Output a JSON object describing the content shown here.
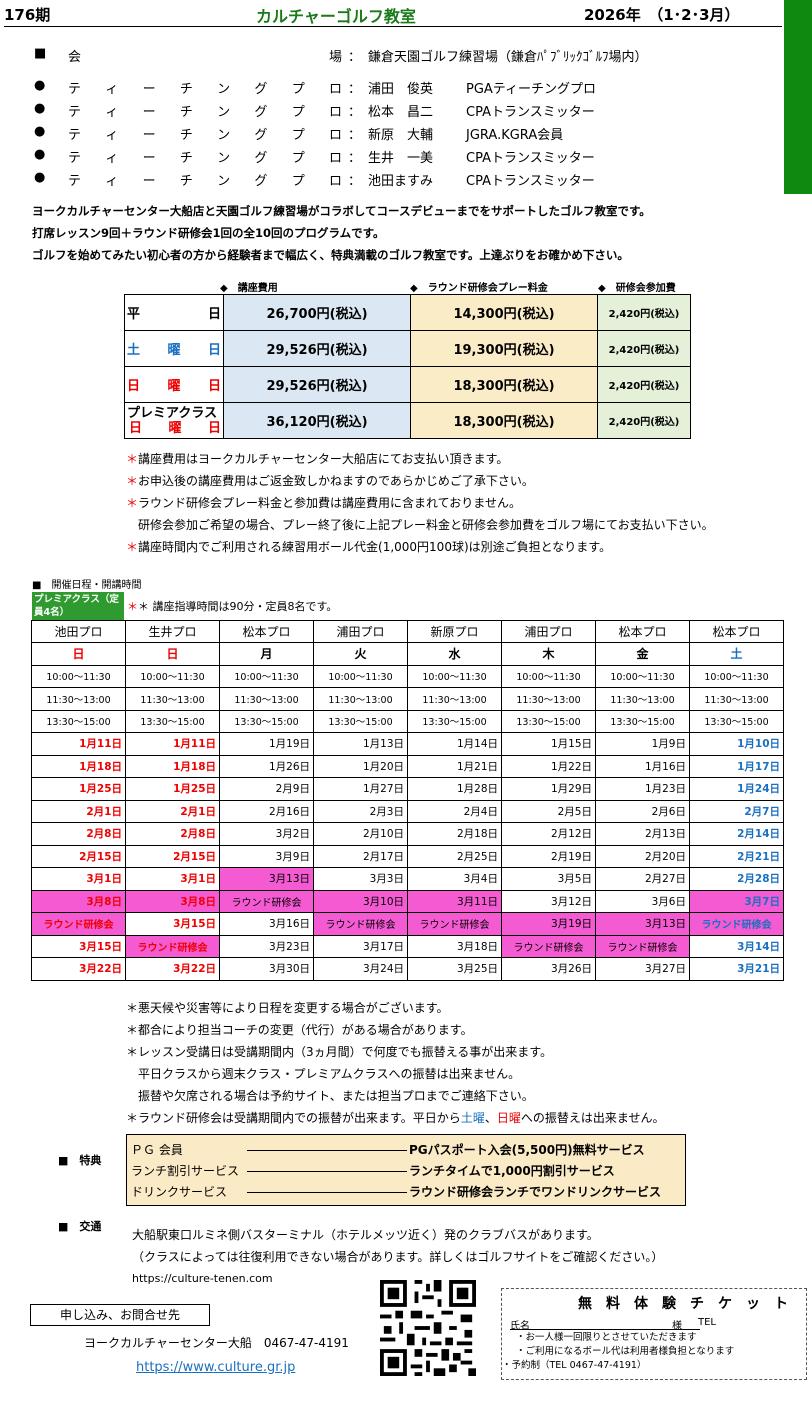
{
  "header": {
    "issue": "176期",
    "title": "カルチャーゴルフ教室",
    "year": "2026年　（1･2･3月）"
  },
  "venue": {
    "bullet": "■",
    "label": [
      "会",
      "場"
    ],
    "colon": "：",
    "value": "鎌倉天園ゴルフ練習場（鎌倉ﾊﾟﾌﾞﾘｯｸｺﾞﾙﾌ場内）"
  },
  "pros": {
    "bullet": "●",
    "label": [
      "テ",
      "ィ",
      "ー",
      "チ",
      "ン",
      "グ",
      "プ",
      "ロ"
    ],
    "colon": "：",
    "items": [
      {
        "name": "浦田　俊英",
        "cert": "PGAティーチングプロ"
      },
      {
        "name": "松本　昌二",
        "cert": "CPAトランスミッター"
      },
      {
        "name": "新原　大輔",
        "cert": "JGRA.KGRA会員"
      },
      {
        "name": "生井　一美",
        "cert": "CPAトランスミッター"
      },
      {
        "name": "池田ますみ",
        "cert": "CPAトランスミッター"
      }
    ]
  },
  "intro": [
    "ヨークカルチャーセンター大船店と天園ゴルフ練習場がコラボしてコースデビューまでをサポートしたゴルフ教室です。",
    "打席レッスン9回＋ラウンド研修会1回の全10回のプログラムです。",
    "ゴルフを始めてみたい初心者の方から経験者まで幅広く、特典満載のゴルフ教室です。上達ぶりをお確かめ下さい。"
  ],
  "fees": {
    "headers": [
      "◆　講座費用",
      "◆　ラウンド研修会プレー料金",
      "◆　研修会参加費"
    ],
    "rows": [
      {
        "label": [
          "平",
          "日"
        ],
        "tuition": "26,700円(税込)",
        "play": "14,300円(税込)",
        "fee": "2,420円(税込)",
        "color": "#000000"
      },
      {
        "label": [
          "土",
          "曜",
          "日"
        ],
        "tuition": "29,526円(税込)",
        "play": "19,300円(税込)",
        "fee": "2,420円(税込)",
        "color": "#1a6fc0"
      },
      {
        "label": [
          "日",
          "曜",
          "日"
        ],
        "tuition": "29,526円(税込)",
        "play": "18,300円(税込)",
        "fee": "2,420円(税込)",
        "color": "#e00000"
      },
      {
        "label_top": "プレミアクラス",
        "label": [
          "日",
          "曜",
          "日"
        ],
        "tuition": "36,120円(税込)",
        "play": "18,300円(税込)",
        "fee": "2,420円(税込)",
        "color": "#e00000"
      }
    ]
  },
  "fee_notes": [
    {
      "star": "＊",
      "text": "講座費用はヨークカルチャーセンター大船店にてお支払い頂きます。"
    },
    {
      "star": "＊",
      "text": "お申込後の講座費用はご返金致しかねますのであらかじめご了承下さい。"
    },
    {
      "star": "＊",
      "text": "ラウンド研修会プレー料金と参加費は講座費用に含まれておりません。"
    },
    {
      "star": "",
      "text": "研修会参加ご希望の場合、プレー終了後に上記プレー料金と研修会参加費をゴルフ場にてお支払い下さい。"
    },
    {
      "star": "＊",
      "text": "講座時間内でご利用される練習用ボール代金(1,000円100球)は別途ご負担となります。"
    }
  ],
  "schedule": {
    "heading": "■　開催日程・開講時間",
    "premium_tag": "プレミアクラス（定員4名）",
    "premium_note": "＊ 講座指導時間は90分・定員8名です。",
    "pros": [
      "池田プロ",
      "生井プロ",
      "松本プロ",
      "浦田プロ",
      "新原プロ",
      "浦田プロ",
      "松本プロ",
      "松本プロ"
    ],
    "days": [
      "日",
      "日",
      "月",
      "火",
      "水",
      "木",
      "金",
      "土"
    ],
    "day_colors": [
      "r",
      "r",
      "",
      "",
      "",
      "",
      "",
      "b"
    ],
    "times": [
      [
        "10:00～11:30",
        "10:00～11:30",
        "10:00～11:30",
        "10:00～11:30",
        "10:00～11:30",
        "10:00～11:30",
        "10:00～11:30",
        "10:00～11:30"
      ],
      [
        "11:30～13:00",
        "11:30～13:00",
        "11:30～13:00",
        "11:30～13:00",
        "11:30～13:00",
        "11:30～13:00",
        "11:30～13:00",
        "11:30～13:00"
      ],
      [
        "13:30～15:00",
        "13:30～15:00",
        "13:30～15:00",
        "13:30～15:00",
        "13:30～15:00",
        "13:30～15:00",
        "13:30～15:00",
        "13:30～15:00"
      ]
    ],
    "dates": [
      [
        "1月11日",
        "1月11日",
        "1月19日",
        "1月13日",
        "1月14日",
        "1月15日",
        "1月9日",
        "1月10日"
      ],
      [
        "1月18日",
        "1月18日",
        "1月26日",
        "1月20日",
        "1月21日",
        "1月22日",
        "1月16日",
        "1月17日"
      ],
      [
        "1月25日",
        "1月25日",
        "2月9日",
        "1月27日",
        "1月28日",
        "1月29日",
        "1月23日",
        "1月24日"
      ],
      [
        "2月1日",
        "2月1日",
        "2月16日",
        "2月3日",
        "2月4日",
        "2月5日",
        "2月6日",
        "2月7日"
      ],
      [
        "2月8日",
        "2月8日",
        "3月2日",
        "2月10日",
        "2月18日",
        "2月12日",
        "2月13日",
        "2月14日"
      ],
      [
        "2月15日",
        "2月15日",
        "3月9日",
        "2月17日",
        "2月25日",
        "2月19日",
        "2月20日",
        "2月21日"
      ],
      [
        "3月1日",
        "3月1日",
        "3月13日",
        "3月3日",
        "3月4日",
        "3月5日",
        "2月27日",
        "2月28日"
      ],
      [
        "3月8日",
        "3月8日",
        "ラウンド研修会",
        "3月10日",
        "3月11日",
        "3月12日",
        "3月6日",
        "3月7日"
      ],
      [
        "ラウンド研修会",
        "3月15日",
        "3月16日",
        "ラウンド研修会",
        "ラウンド研修会",
        "3月19日",
        "3月13日",
        "ラウンド研修会"
      ],
      [
        "3月15日",
        "ラウンド研修会",
        "3月23日",
        "3月17日",
        "3月18日",
        "ラウンド研修会",
        "ラウンド研修会",
        "3月14日"
      ],
      [
        "3月22日",
        "3月22日",
        "3月30日",
        "3月24日",
        "3月25日",
        "3月26日",
        "3月27日",
        "3月21日"
      ]
    ],
    "pink_cells": [
      [
        6,
        2
      ],
      [
        7,
        0
      ],
      [
        7,
        1
      ],
      [
        7,
        2
      ],
      [
        7,
        3
      ],
      [
        7,
        4
      ],
      [
        7,
        7
      ],
      [
        8,
        0
      ],
      [
        8,
        3
      ],
      [
        8,
        4
      ],
      [
        8,
        5
      ],
      [
        8,
        6
      ],
      [
        8,
        7
      ],
      [
        9,
        1
      ],
      [
        9,
        5
      ],
      [
        9,
        6
      ]
    ]
  },
  "after_notes": [
    "＊悪天候や災害等により日程を変更する場合がございます。",
    "＊都合により担当コーチの変更（代行）がある場合があります。",
    "＊レッスン受講日は受講期間内（3ヵ月間）で何度でも振替える事が出来ます。",
    "　平日クラスから週末クラス・プレミアムクラスへの振替は出来ません。",
    "　振替や欠席される場合は予約サイト、または担当プロまでご連絡下さい。"
  ],
  "after_last": {
    "a": "＊ラウンド研修会は受講期間内での振替が出来ます。平日から",
    "sat": "土曜",
    "sep": "、",
    "sun": "日曜",
    "b": "への振替えは出来ません。"
  },
  "perks": {
    "label": "■　特典",
    "items": [
      {
        "name": "ＰＧ 会員",
        "value": "PGパスポート入会(5,500円)無料サービス"
      },
      {
        "name": "ランチ割引サービス",
        "value": "ランチタイムで1,000円割引サービス"
      },
      {
        "name": "ドリンクサービス",
        "value": "ラウンド研修会ランチでワンドリンクサービス"
      }
    ]
  },
  "transport": {
    "label": "■　交通",
    "lines": [
      "大船駅東口ルミネ側バスターミナル（ホテルメッツ近く）発のクラブバスがあります。",
      "（クラスによっては往復利用できない場合があります。詳しくはゴルフサイトをご確認ください。）"
    ],
    "url": "https://culture-tenen.com"
  },
  "contact": {
    "box": "申し込み、お問合せ先",
    "org": "ヨークカルチャーセンター大船",
    "tel": "0467-47-4191",
    "url": "https://www.culture.gr.jp"
  },
  "ticket": {
    "title": "無　料　体　験　チ　ケ　ッ　ト",
    "name_label": "氏名",
    "sama": "様",
    "tel": "TEL",
    "notes": [
      "・お一人様一回限りとさせていただきます",
      "・ご利用になるボール代は利用者様負担となります",
      "・予約制（TEL 0467-47-4191）"
    ]
  },
  "colors": {
    "green": "#0f8a0f",
    "pink": "#f45ad2",
    "red": "#e00000",
    "blue": "#1a6fc0"
  }
}
